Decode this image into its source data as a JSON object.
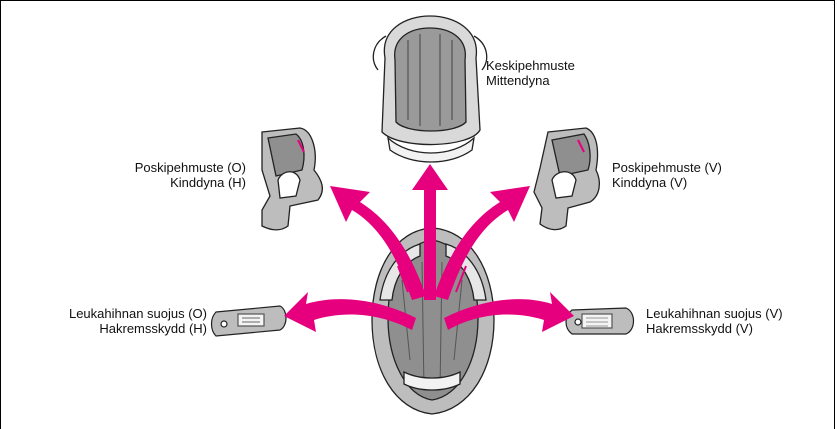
{
  "labels": {
    "center_pad": {
      "line1": "Keskipehmuste",
      "line2": "Mittendyna"
    },
    "cheek_pad_left": {
      "line1": "Poskipehmuste (O)",
      "line2": "Kinddyna (H)"
    },
    "cheek_pad_right": {
      "line1": "Poskipehmuste (V)",
      "line2": "Kinddyna (V)"
    },
    "chinstrap_cover_left": {
      "line1": "Leukahihnan suojus (O)",
      "line2": "Hakremsskydd (H)"
    },
    "chinstrap_cover_right": {
      "line1": "Leukahihnan suojus (V)",
      "line2": "Hakremsskydd (V)"
    }
  },
  "colors": {
    "arrow": "#e6007e",
    "pad_gray": "#9a9a9a",
    "pad_light": "#d4d4d4",
    "outline": "#222222"
  }
}
